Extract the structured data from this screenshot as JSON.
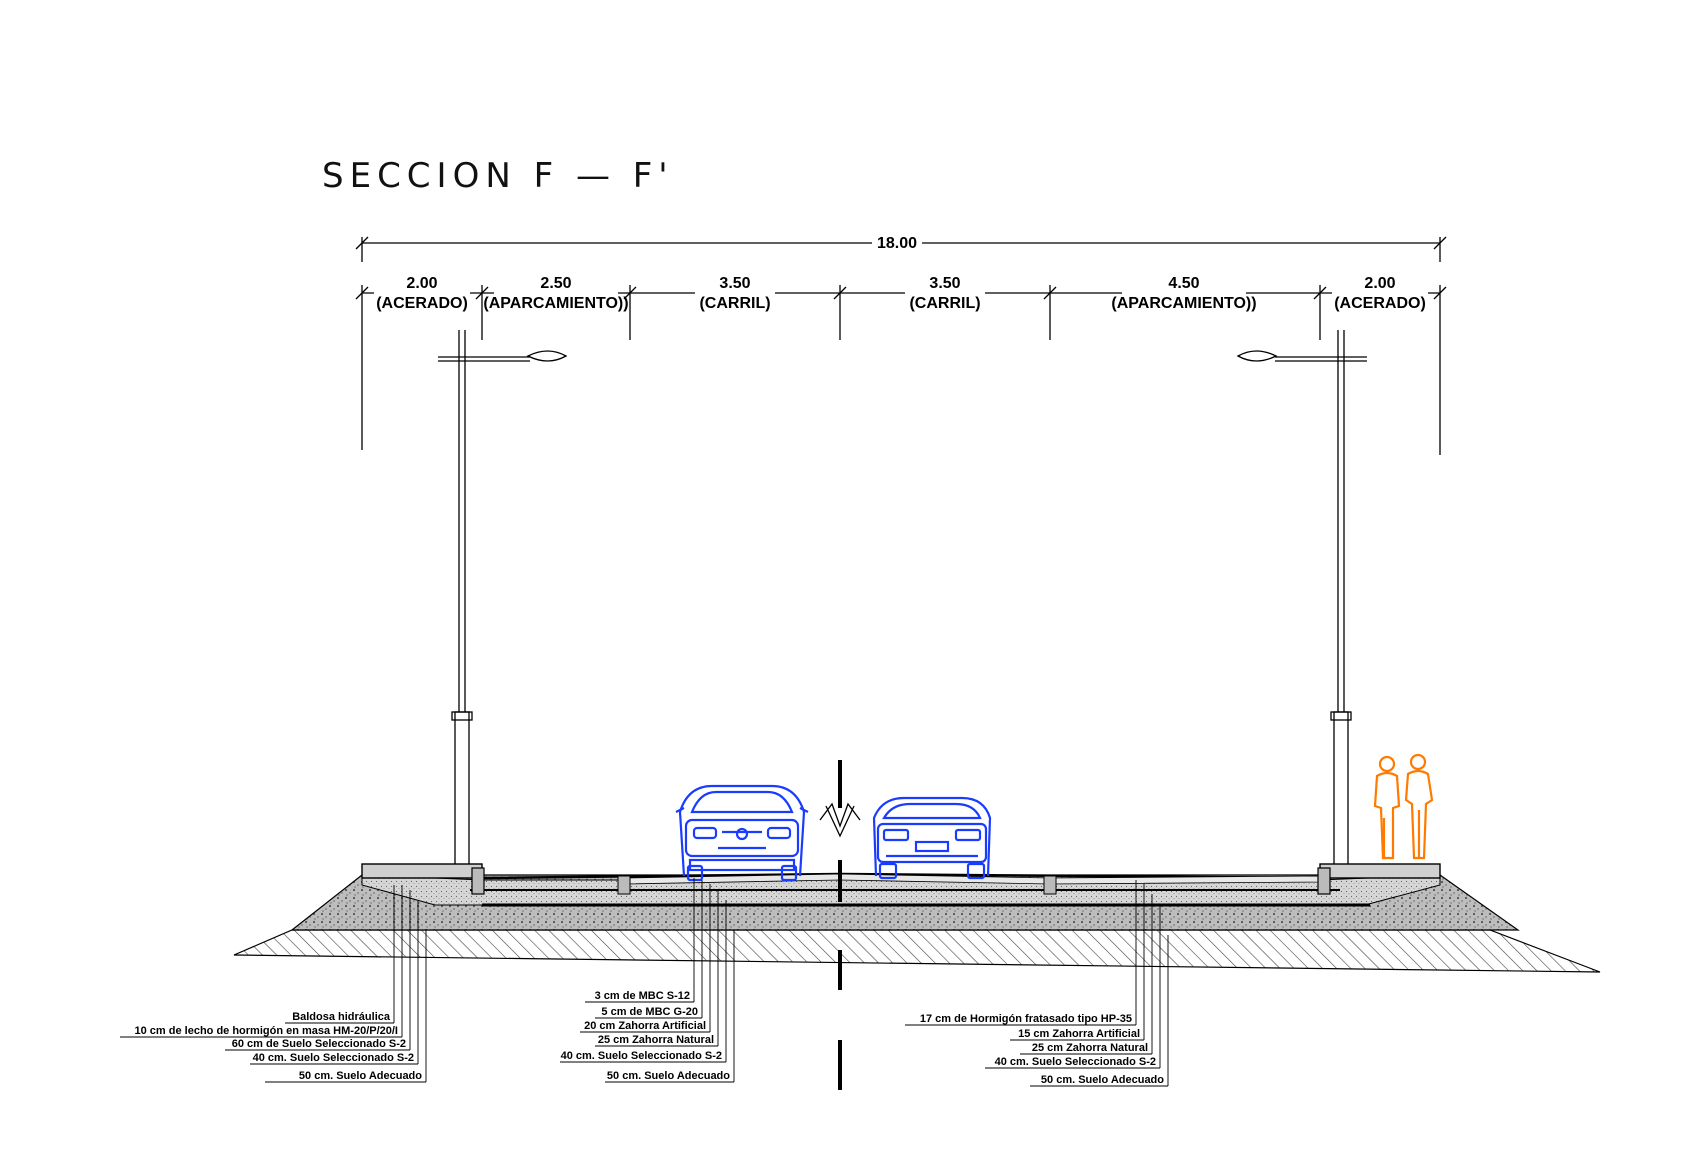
{
  "title": "SECCION  F  —  F'",
  "total_width": "18.00",
  "segments": [
    {
      "width": "2.00",
      "name": "(ACERADO)"
    },
    {
      "width": "2.50",
      "name": "(APARCAMIENTO))"
    },
    {
      "width": "3.50",
      "name": "(CARRIL)"
    },
    {
      "width": "3.50",
      "name": "(CARRIL)"
    },
    {
      "width": "4.50",
      "name": "(APARCAMIENTO))"
    },
    {
      "width": "2.00",
      "name": "(ACERADO)"
    }
  ],
  "layers_left": [
    "Baldosa hidráulica",
    "10 cm de lecho de hormigón en masa HM-20/P/20/I",
    "60 cm de Suelo Seleccionado S-2",
    "40 cm. Suelo Seleccionado S-2",
    "50 cm. Suelo Adecuado"
  ],
  "layers_center": [
    "3 cm de MBC S-12",
    "5 cm de MBC G-20",
    "20 cm Zahorra Artificial",
    "25 cm Zahorra Natural",
    "40 cm. Suelo Seleccionado S-2",
    "50 cm. Suelo Adecuado"
  ],
  "layers_right": [
    "17 cm de Hormigón fratasado tipo HP-35",
    "15 cm Zahorra Artificial",
    "25 cm Zahorra Natural",
    "40 cm. Suelo Seleccionado S-2",
    "50 cm. Suelo Adecuado"
  ],
  "colors": {
    "car": "#1a3cff",
    "pedestrian": "#ff7a00",
    "line": "#000000"
  }
}
